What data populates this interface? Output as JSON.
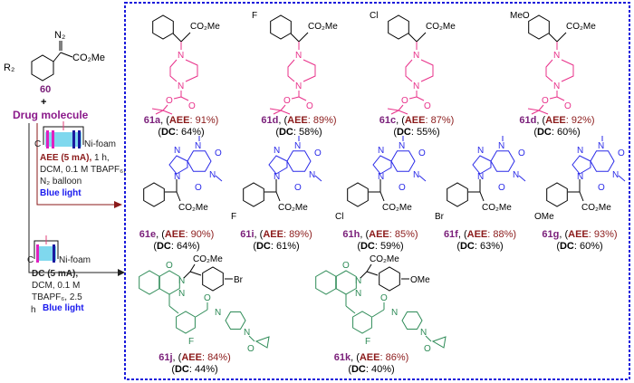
{
  "reactant": {
    "r_group": "R₂",
    "diazo": "N₂",
    "ester": "CO₂Me",
    "number": "60",
    "plus": "+",
    "drug": "Drug molecule"
  },
  "cond_aee": {
    "anode": "C",
    "cathode": "Ni-foam",
    "line1_a": "AEE (5 mA),",
    "line1_b": " 1 h,",
    "line2": "DCM, 0.1 M TBAPF₆,",
    "line3": "N₂ balloon",
    "light": "Blue light"
  },
  "cond_dc": {
    "anode": "C",
    "cathode": "Ni-foam",
    "line1": "DC (5 mA),",
    "line2": "DCM, 0.1 M",
    "line3": "TBAPF₆, 2.5",
    "line4": "h",
    "light": "Blue light"
  },
  "colors": {
    "boc": "#e8318a",
    "theo": "#2a2ae8",
    "ola": "#2e8b57",
    "id": "#7a1f7a",
    "aee": "#8b1a1a",
    "frame": "#1a1adb",
    "arrow_aee": "#8b1a1a"
  },
  "compounds": [
    {
      "id": "61a",
      "aee": "91%",
      "dc": "64%",
      "sub": "",
      "ester": "CO₂Me",
      "type": "boc"
    },
    {
      "id": "61d",
      "aee": "89%",
      "dc": "58%",
      "sub": "F",
      "ester": "CO₂Me",
      "type": "boc"
    },
    {
      "id": "61c",
      "aee": "87%",
      "dc": "55%",
      "sub": "Cl",
      "ester": "CO₂Me",
      "type": "boc"
    },
    {
      "id": "61d",
      "aee": "92%",
      "dc": "60%",
      "sub": "MeO",
      "ester": "CO₂Me",
      "type": "boc"
    },
    {
      "id": "61e",
      "aee": "90%",
      "dc": "64%",
      "sub": "",
      "ester": "CO₂Me",
      "type": "theo"
    },
    {
      "id": "61i",
      "aee": "89%",
      "dc": "61%",
      "sub": "F",
      "ester": "CO₂Me",
      "type": "theo"
    },
    {
      "id": "61h",
      "aee": "85%",
      "dc": "59%",
      "sub": "Cl",
      "ester": "CO₂Me",
      "type": "theo"
    },
    {
      "id": "61f",
      "aee": "88%",
      "dc": "63%",
      "sub": "Br",
      "ester": "CO₂Me",
      "type": "theo"
    },
    {
      "id": "61g",
      "aee": "93%",
      "dc": "60%",
      "sub": "OMe",
      "ester": "CO₂Me",
      "type": "theo"
    },
    {
      "id": "61j",
      "aee": "84%",
      "dc": "44%",
      "sub": "Br",
      "ester": "CO₂Me",
      "type": "ola"
    },
    {
      "id": "61k",
      "aee": "86%",
      "dc": "40%",
      "sub": "OMe",
      "ester": "CO₂Me",
      "type": "ola"
    }
  ],
  "labels": {
    "aee": "AEE",
    "dc": "DC",
    "n": "N",
    "o": "O",
    "f": "F"
  }
}
